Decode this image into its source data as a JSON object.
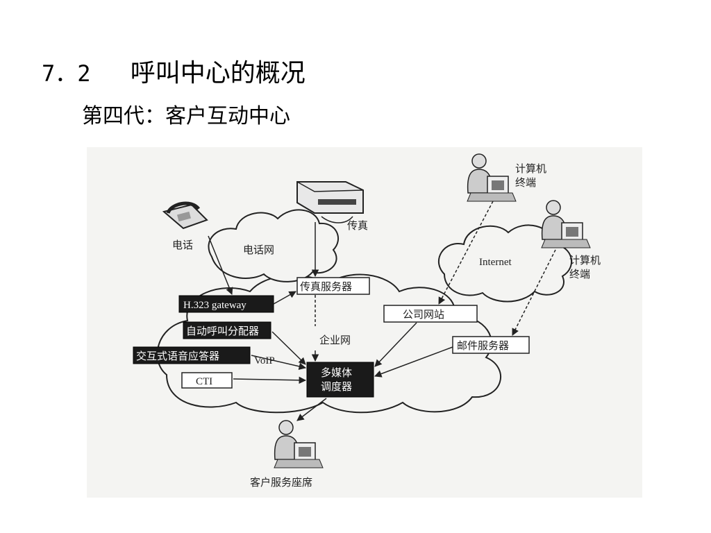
{
  "slide": {
    "section_number": "7．2",
    "title": "呼叫中心的概况",
    "subtitle": "第四代：客户互动中心"
  },
  "diagram": {
    "devices": {
      "phone": "电话",
      "fax": "传真",
      "computer_terminal_1": "计算机\n终端",
      "computer_terminal_2": "计算机\n终端",
      "agent_seat": "客户服务座席"
    },
    "networks": {
      "telephone_network": "电话网",
      "internet": "Internet",
      "enterprise_network": "企业网"
    },
    "servers": {
      "fax_server": "传真服务器",
      "company_website": "公司网站",
      "mail_server": "邮件服务器",
      "cti": "CTI"
    },
    "dark_boxes": {
      "h323_gateway": "H.323 gateway",
      "acd": "自动呼叫分配器",
      "ivr": "交互式语音应答器",
      "media_dispatcher": "多媒体\n调度器"
    },
    "link_labels": {
      "voip": "VoIP"
    }
  }
}
